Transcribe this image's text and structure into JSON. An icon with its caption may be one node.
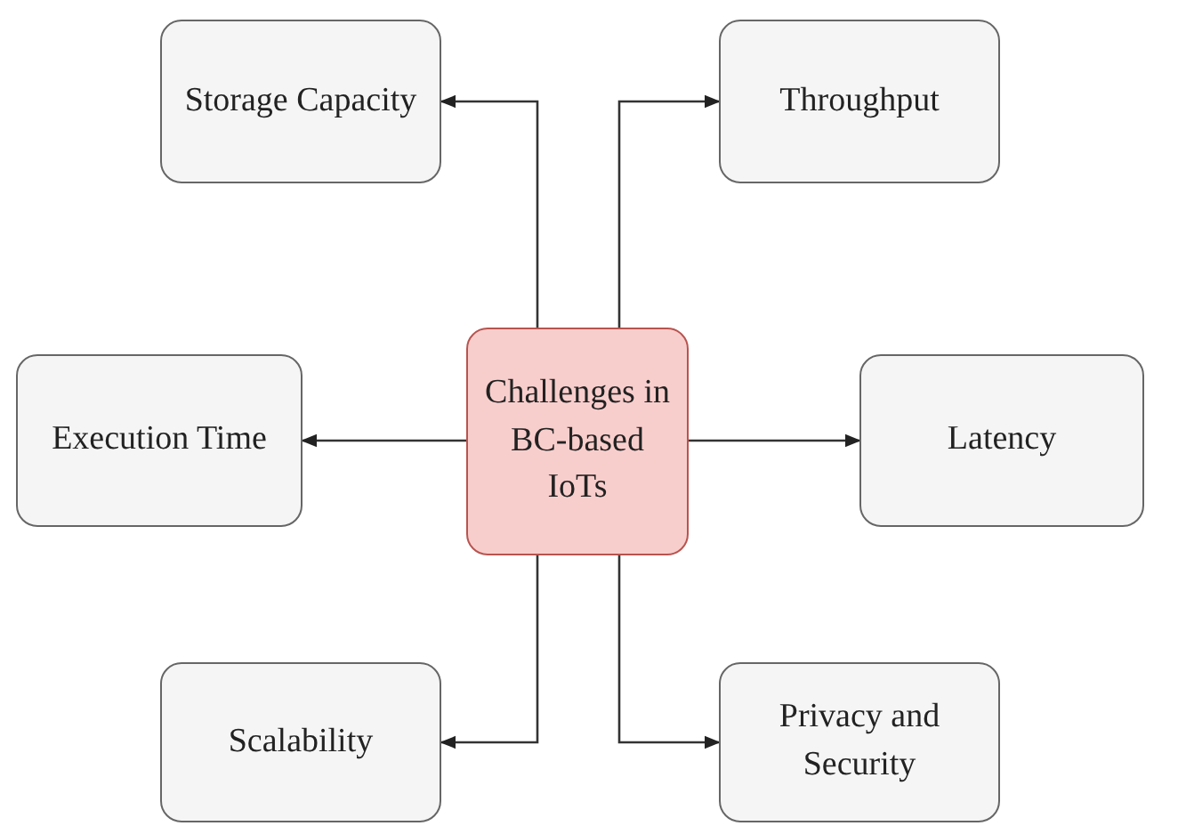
{
  "diagram": {
    "nodes": [
      {
        "text": [
          "Challenges in BC-based IoTs"
        ]
      },
      {
        "text": [
          "Storage Capacity"
        ]
      },
      {
        "text": [
          "Throughput"
        ]
      },
      {
        "text": [
          "Execution Time"
        ]
      },
      {
        "text": [
          "Latency"
        ]
      },
      {
        "text": [
          "Scalability"
        ]
      },
      {
        "text": [
          "Privacy and Security"
        ]
      }
    ],
    "edges": [
      {
        "from": 0,
        "to": 1,
        "arrow": "to"
      },
      {
        "from": 0,
        "to": 2,
        "arrow": "to"
      },
      {
        "from": 0,
        "to": 3,
        "arrow": "to"
      },
      {
        "from": 0,
        "to": 4,
        "arrow": "to"
      },
      {
        "from": 0,
        "to": 5,
        "arrow": "to"
      },
      {
        "from": 0,
        "to": 6,
        "arrow": "to"
      }
    ]
  }
}
